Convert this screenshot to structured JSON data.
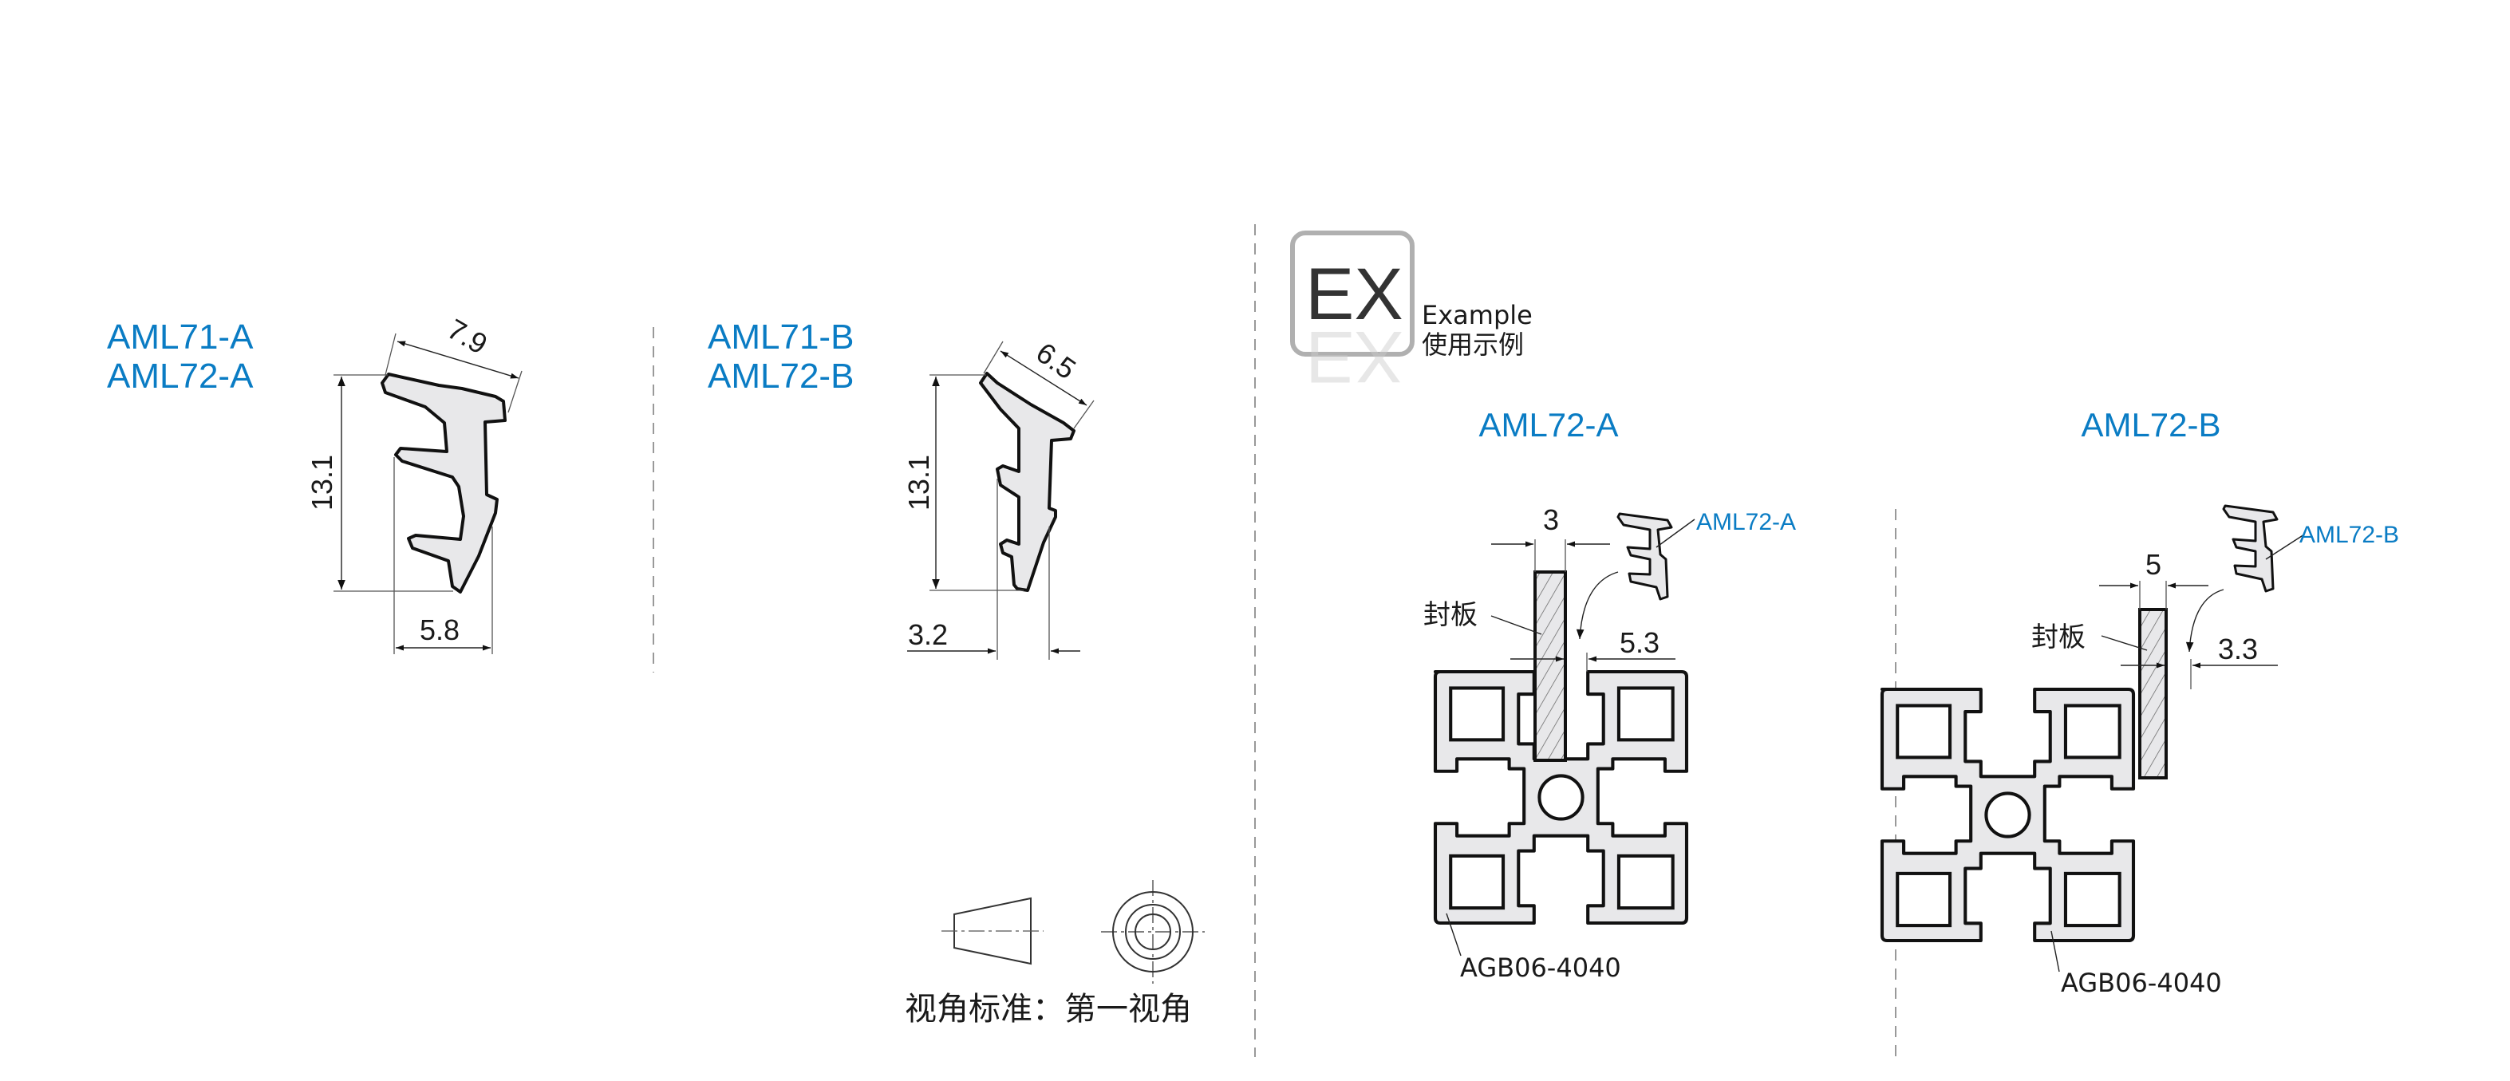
{
  "left_panel": {
    "seal_a": {
      "labels": [
        "AML71-A",
        "AML72-A"
      ],
      "dims": {
        "width_top": "7.9",
        "height": "13.1",
        "base": "5.8"
      }
    },
    "seal_b": {
      "labels": [
        "AML71-B",
        "AML72-B"
      ],
      "dims": {
        "width_top": "6.5",
        "height": "13.1",
        "base": "3.2"
      }
    },
    "projection_note": "视角标准：第一视角"
  },
  "example": {
    "badge": "EX",
    "badge_caption_en": "Example",
    "badge_caption_cn": "使用示例",
    "panel_a": {
      "title": "AML72-A",
      "seal_label": "AML72-A",
      "plate_label": "封板",
      "profile_label": "AGB06-4040",
      "dim_plate": "3",
      "dim_gap": "5.3"
    },
    "panel_b": {
      "title": "AML72-B",
      "seal_label": "AML72-B",
      "plate_label": "封板",
      "profile_label": "AGB06-4040",
      "dim_plate": "5",
      "dim_gap": "3.3"
    }
  },
  "colors": {
    "accent": "#0a7cc4",
    "profile_fill": "#e8e8ea"
  }
}
